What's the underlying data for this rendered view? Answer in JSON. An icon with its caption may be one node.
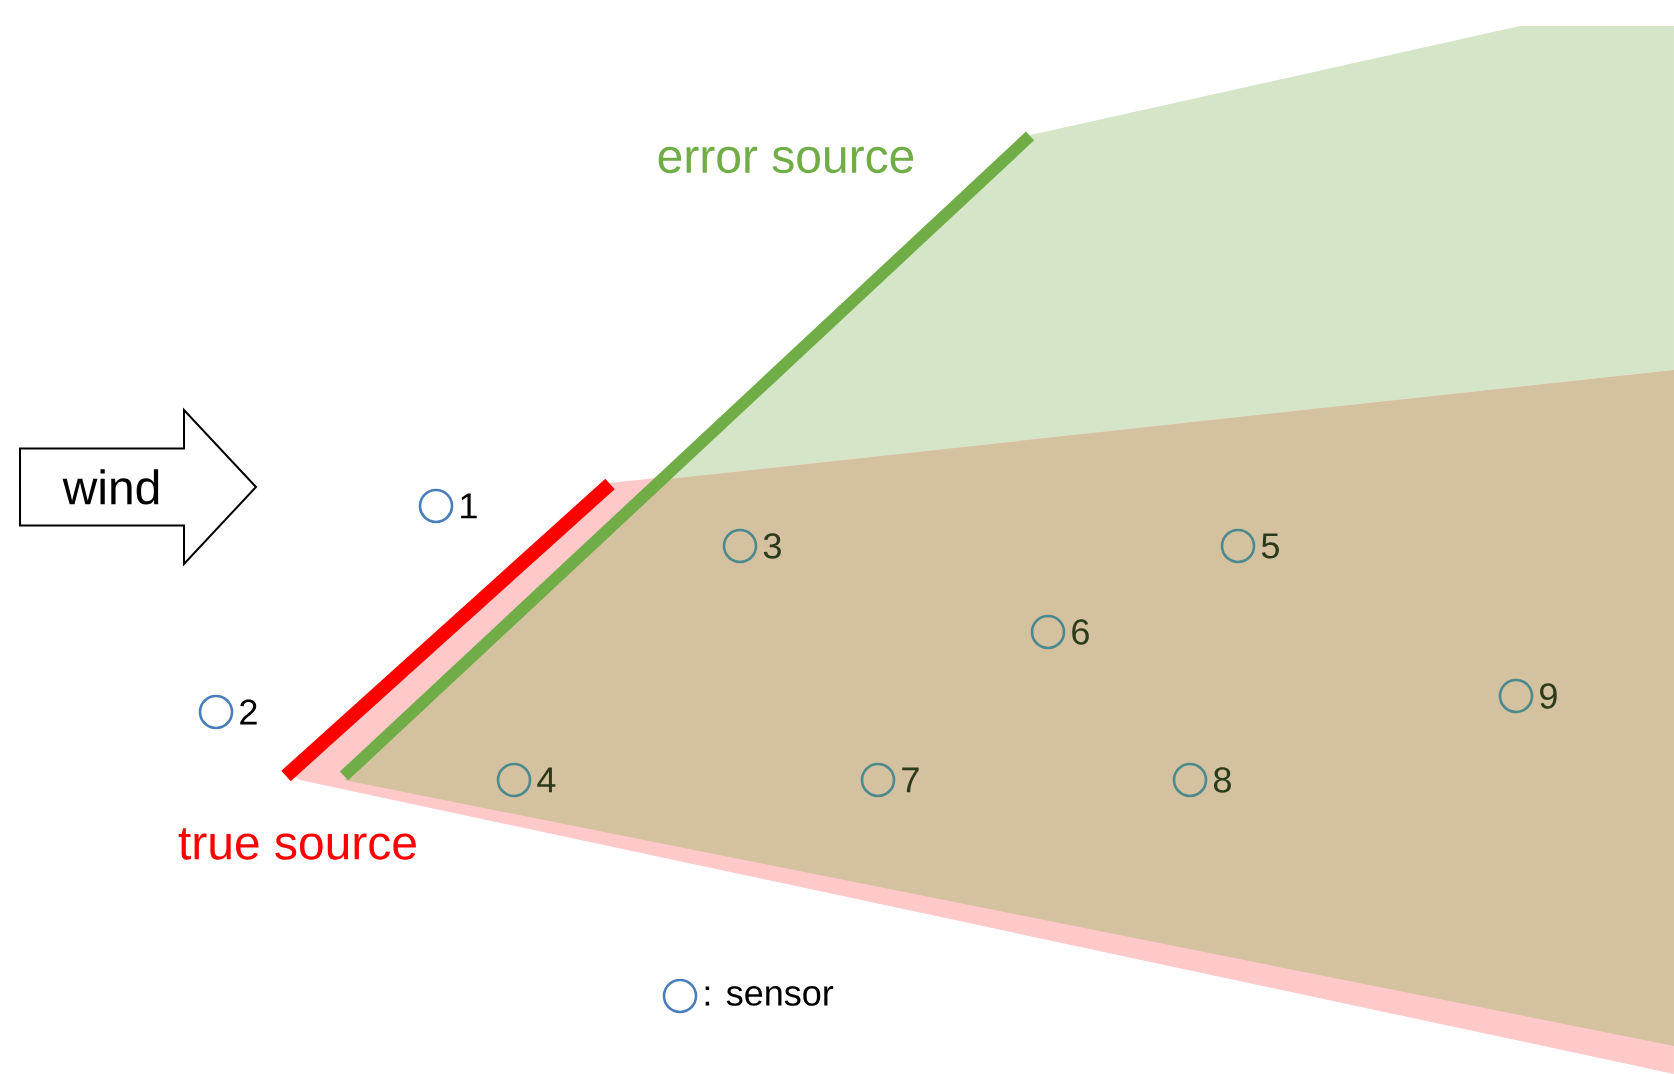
{
  "diagram": {
    "nodes": [
      {
        "text": [
          "wind"
        ]
      }
    ],
    "labels": [
      "error source",
      "1",
      "3",
      "5",
      "6",
      "2",
      "9",
      "4",
      "7",
      "8",
      "true source"
    ],
    "legend": [
      {
        "text": ": sensor"
      }
    ]
  }
}
